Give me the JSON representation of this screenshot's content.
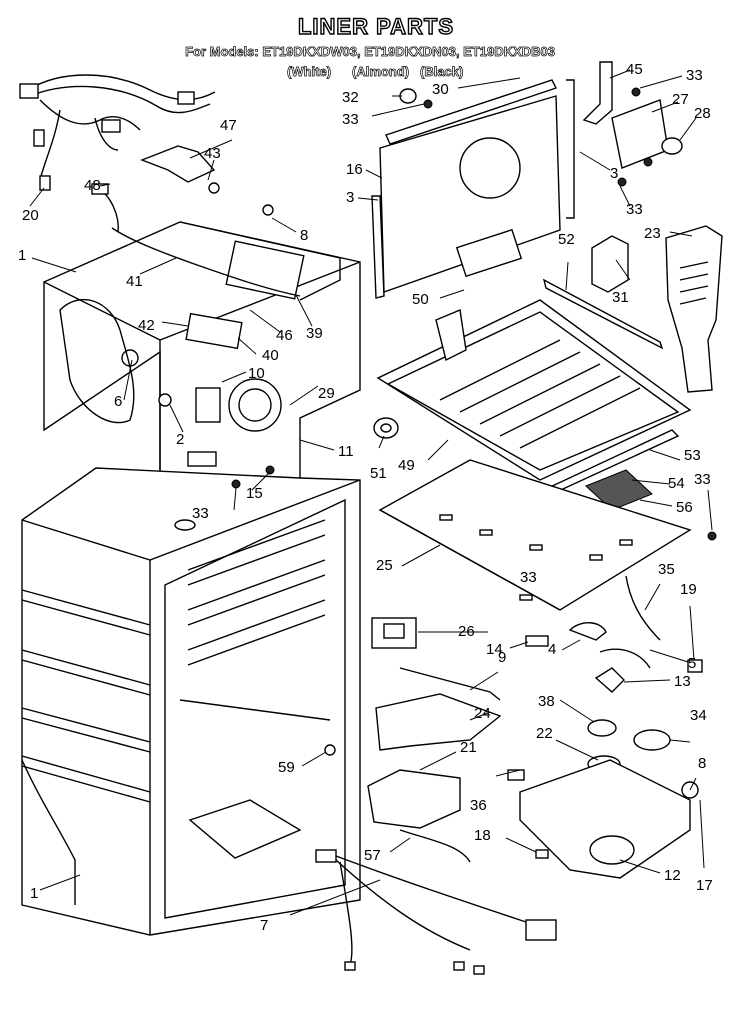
{
  "title": "LINER PARTS",
  "subtitle": "For Models: ET19DKXDW03, ET19DKXDN03, ET19DKXDB03",
  "colors": [
    "(White)",
    "(Almond)",
    "(Black)"
  ],
  "callouts": [
    "1",
    "1",
    "2",
    "3",
    "3",
    "4",
    "5",
    "6",
    "7",
    "8",
    "8",
    "9",
    "10",
    "11",
    "12",
    "13",
    "14",
    "15",
    "16",
    "17",
    "18",
    "19",
    "20",
    "21",
    "22",
    "23",
    "24",
    "25",
    "26",
    "27",
    "28",
    "29",
    "30",
    "31",
    "32",
    "33",
    "33",
    "33",
    "33",
    "33",
    "33",
    "34",
    "35",
    "36",
    "38",
    "39",
    "40",
    "41",
    "42",
    "43",
    "45",
    "46",
    "47",
    "48",
    "49",
    "50",
    "51",
    "52",
    "53",
    "54",
    "56",
    "57",
    "59"
  ]
}
